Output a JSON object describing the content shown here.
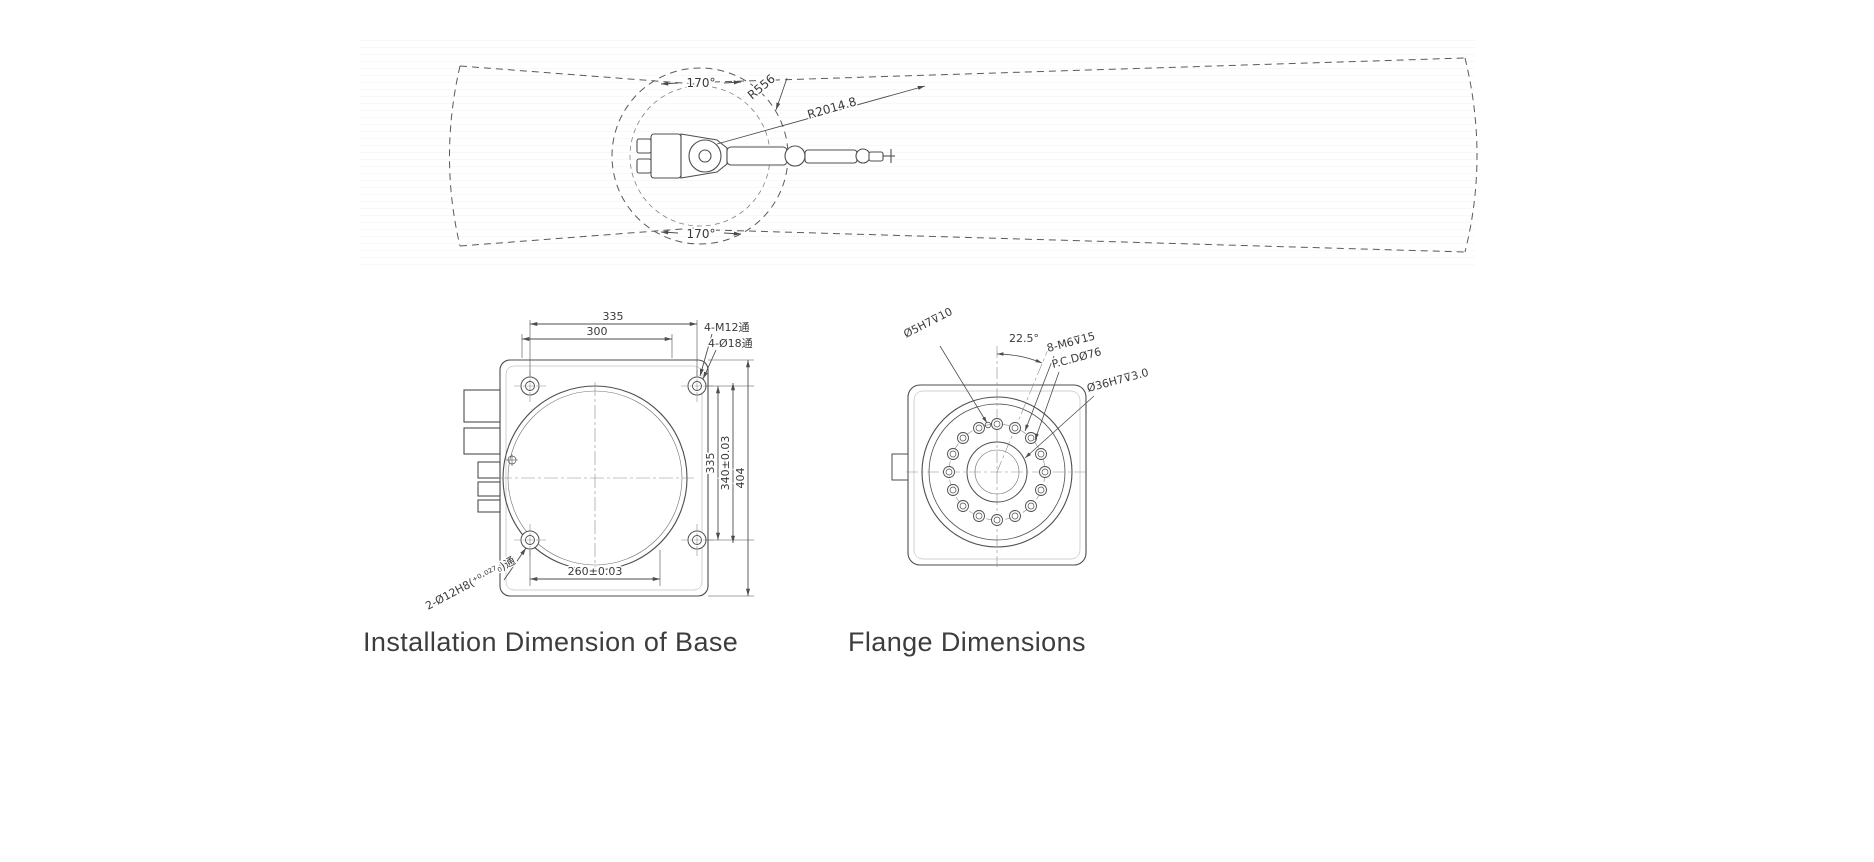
{
  "captions": {
    "base": "Installation Dimension of Base",
    "flange": "Flange Dimensions"
  },
  "top_view": {
    "angle_top": "170°",
    "angle_bottom": "170°",
    "radius_inner": "R556",
    "radius_outer": "R2014.8"
  },
  "base_view": {
    "dim_width_a": "335",
    "dim_width_b": "300",
    "label_holes_tapped": "4-M12通",
    "label_holes_through": "4-Ø18通",
    "dim_height_a": "335",
    "dim_height_b": "340±0.03",
    "dim_height_c": "404",
    "dim_bottom": "260±0.03",
    "label_pin_holes": "2-Ø12H8(⁺⁰·⁰²⁷₀)通"
  },
  "flange_view": {
    "label_dowel": "Ø5H7⊽10",
    "dim_angle": "22.5°",
    "label_tapped": "8-M6⊽15",
    "label_pcd": "P.C.DØ76",
    "label_bore": "Ø36H7⊽3.0"
  }
}
